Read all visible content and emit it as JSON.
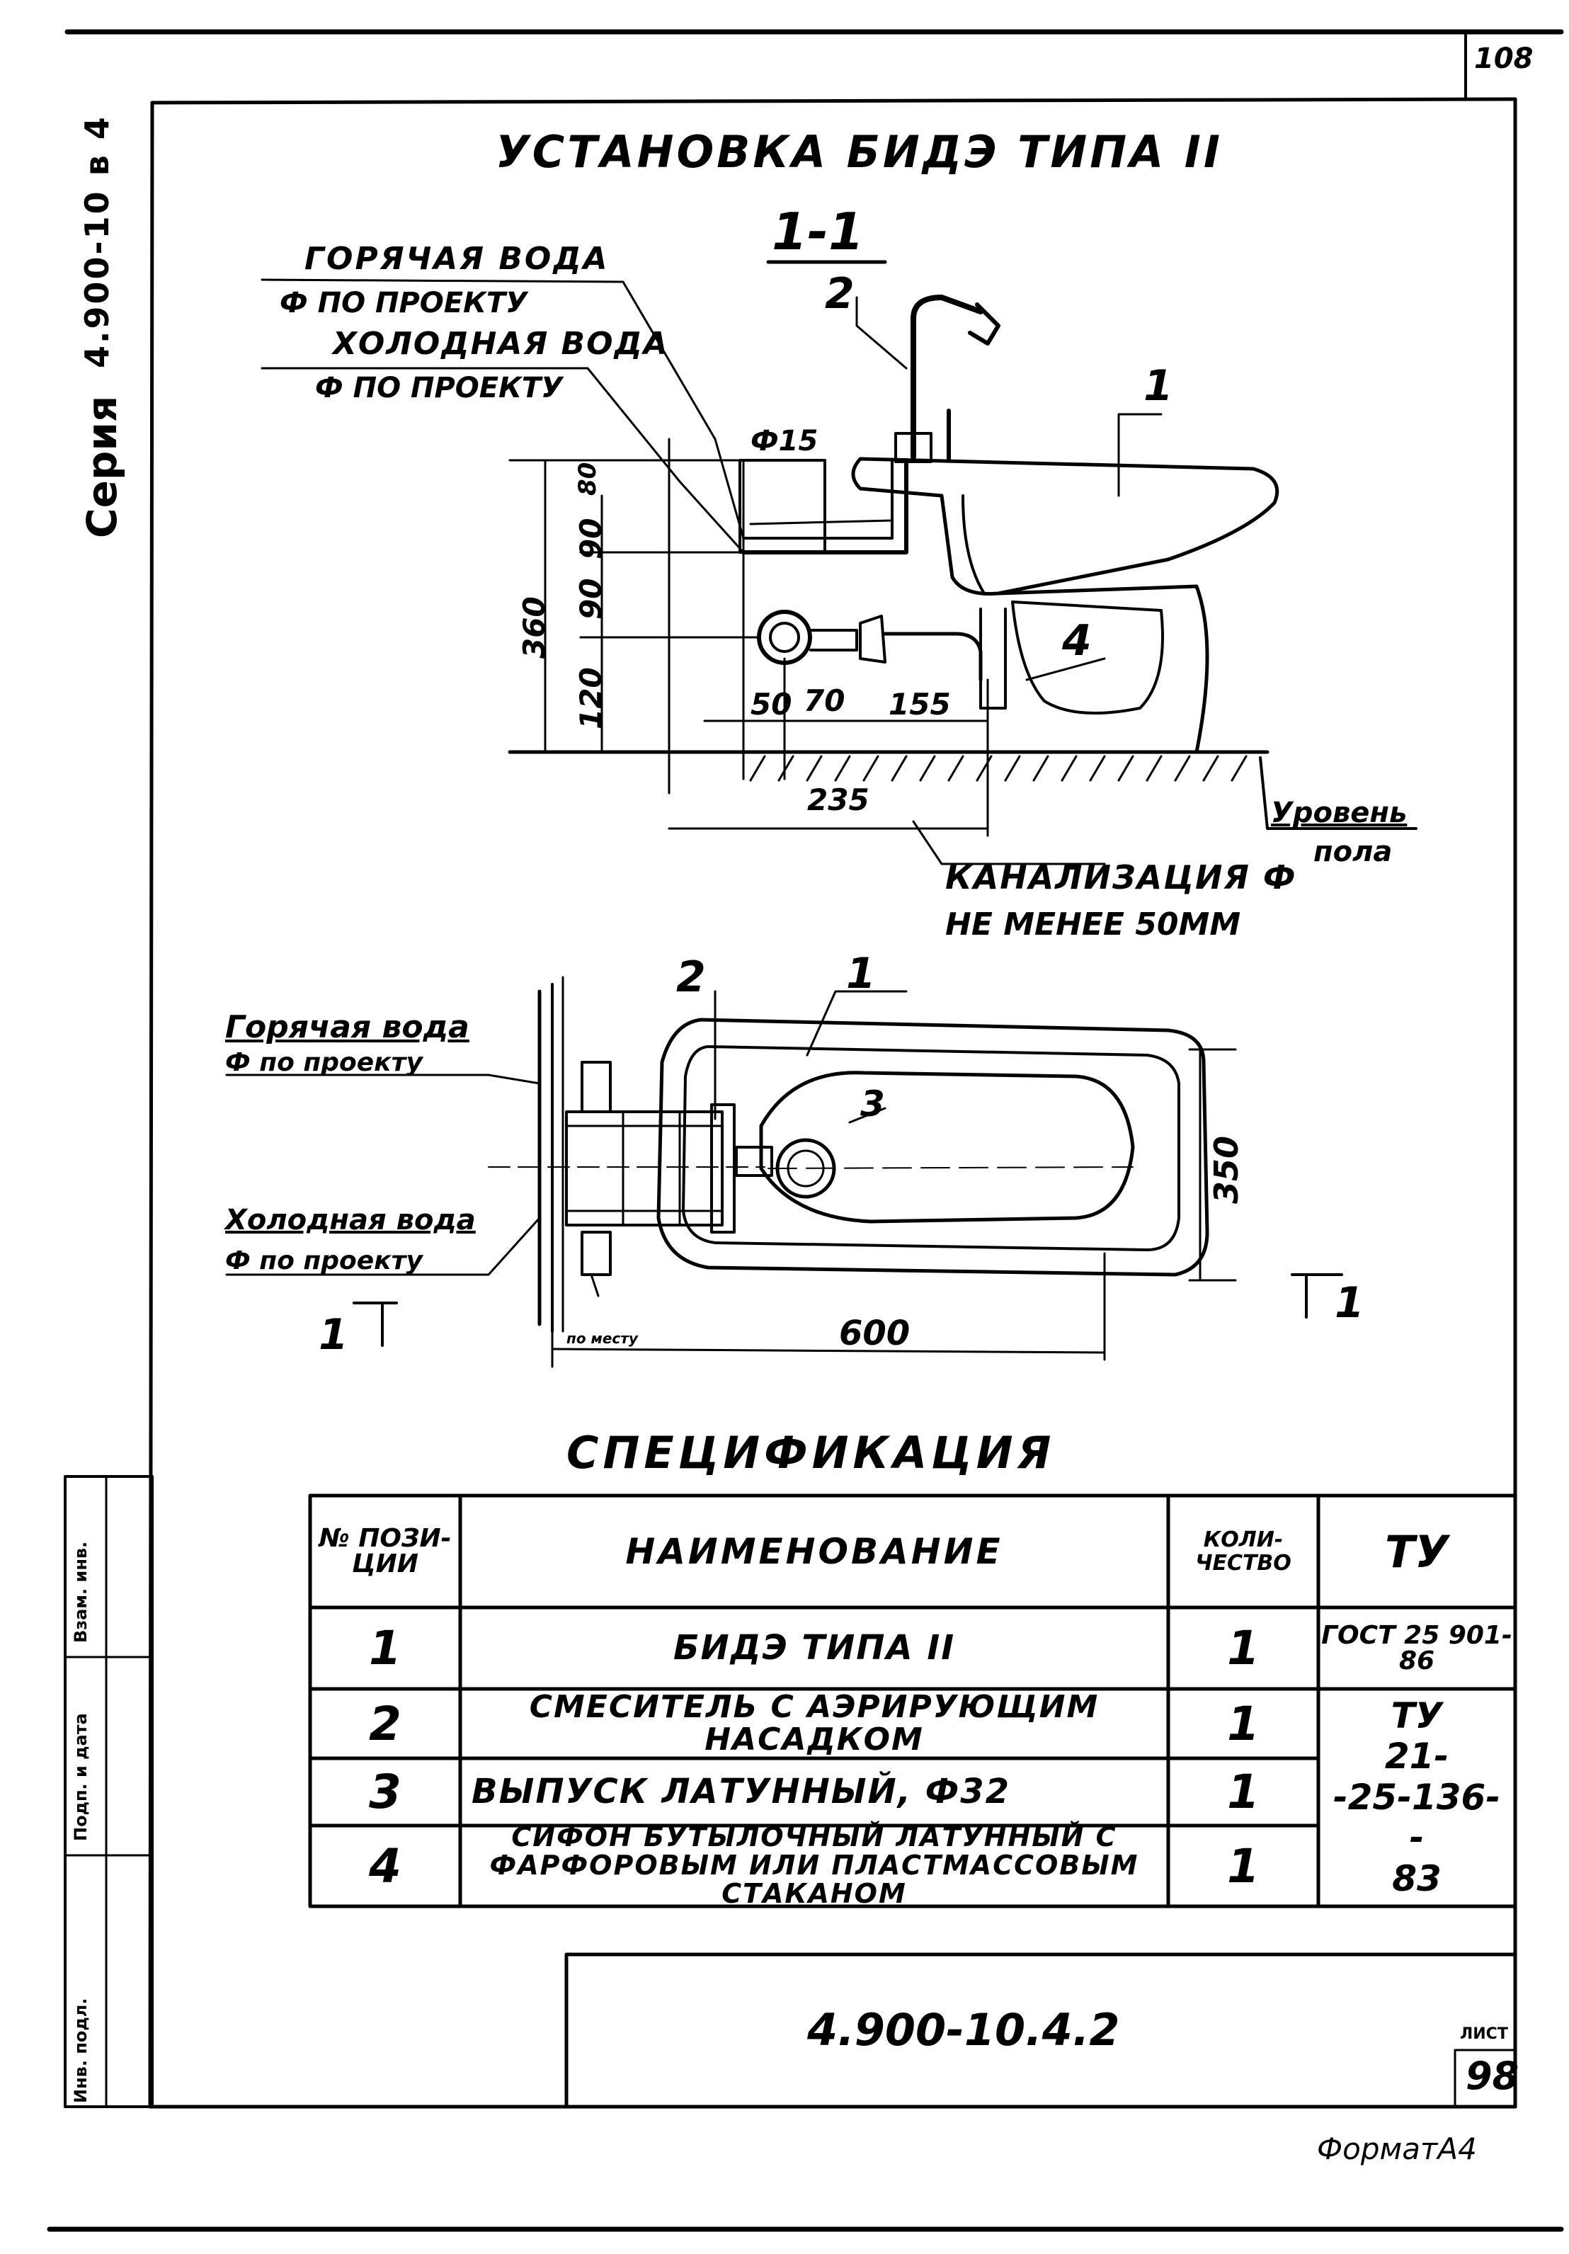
{
  "sheet": {
    "page_number": "108",
    "series_label": "Серия",
    "series_code": "4.900-10 в 4",
    "title": "УСТАНОВКА   БИДЭ  ТИПА  II",
    "format": "ФорматА4",
    "document_code": "4.900-10.4.2",
    "sheet_code_label": "ЛИСТ",
    "sheet_number": "98",
    "side_stamp": [
      "Инв. подл.",
      "Подп. и дата",
      "Взам. инв."
    ]
  },
  "section": {
    "label": "1-1",
    "hot_water": "ГОРЯЧАЯ  ВОДА",
    "hot_water_dia": "Ф ПО ПРОЕКТУ",
    "cold_water": "ХОЛОДНАЯ ВОДА",
    "cold_water_dia": "Ф  ПО ПРОЕКТУ",
    "pipe_dia": "Ф15",
    "callout_1": "1",
    "callout_2": "2",
    "callout_4": "4",
    "floor_level_1": "Уровень",
    "floor_level_2": "пола",
    "sewer_1": "КАНАЛИЗАЦИЯ Ф",
    "sewer_2": "НЕ МЕНЕЕ 50ММ",
    "dims": {
      "total_h": "360",
      "h_90a": "90",
      "h_80": "80",
      "h_90b": "90",
      "h_120": "120",
      "w_50": "50",
      "w_70": "70",
      "w_155": "155",
      "w_235": "235"
    }
  },
  "plan": {
    "hot_water": "Горячая вода",
    "hot_water_dia": "Ф по проекту",
    "cold_water": "Холодная вода",
    "cold_water_dia": "Ф по проекту",
    "callout_1": "1",
    "callout_2": "2",
    "callout_3": "3",
    "dim_350": "350",
    "dim_600": "600",
    "dim_small": "по месту",
    "cut_left": "1",
    "cut_right": "1"
  },
  "spec": {
    "title": "СПЕЦИФИКАЦИЯ",
    "headers": {
      "pos": "№ ПОЗИ- ЦИИ",
      "name": "НАИМЕНОВАНИЕ",
      "qty": "КОЛИ- ЧЕСТВО",
      "tu": "ТУ"
    },
    "rows": [
      {
        "pos": "1",
        "name": "БИДЭ ТИПА II",
        "qty": "1"
      },
      {
        "pos": "2",
        "name": "СМЕСИТЕЛЬ  С  АЭРИРУЮЩИМ НАСАДКОМ",
        "qty": "1"
      },
      {
        "pos": "3",
        "name": "ВЫПУСК   ЛАТУННЫЙ,  Ф32",
        "qty": "1"
      },
      {
        "pos": "4",
        "name": "СИФОН  БУТЫЛОЧНЫЙ ЛАТУННЫЙ С ФАРФОРОВЫМ ИЛИ ПЛАСТМАССОВЫМ СТАКАНОМ",
        "qty": "1"
      }
    ],
    "tu_row1": "ГОСТ 25 901-86",
    "tu_rows_2_4": "ТУ 21- -25-136- - 83"
  }
}
